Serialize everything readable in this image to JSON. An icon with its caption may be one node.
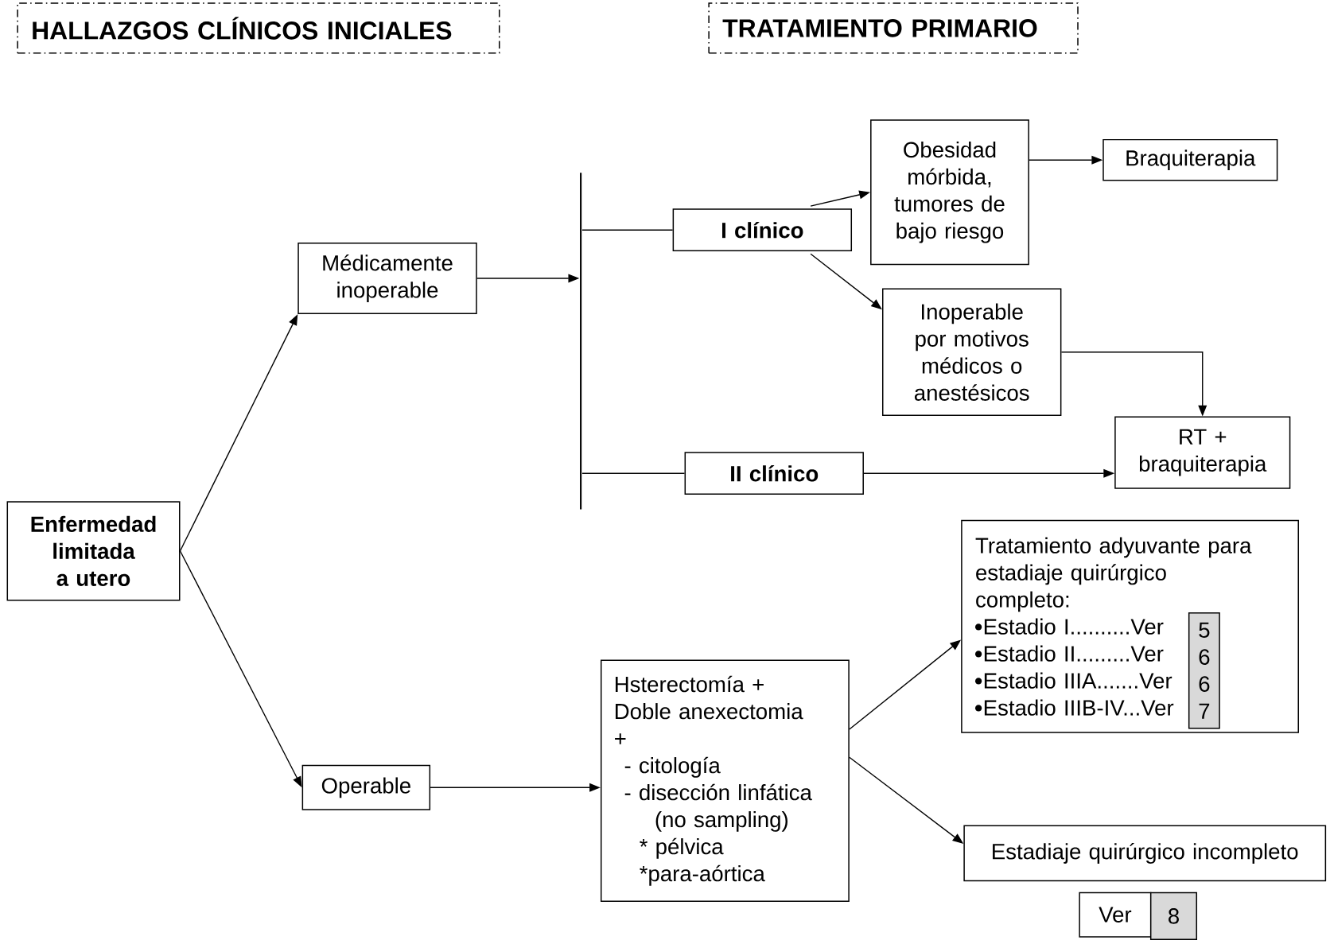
{
  "diagram": {
    "nodes": [
      {
        "text": [
          "HALLAZGOS CLÍNICOS INICIALES"
        ]
      },
      {
        "text": [
          "TRATAMIENTO PRIMARIO"
        ]
      },
      {
        "text": [
          "Enfermedad limitada a utero"
        ]
      },
      {
        "text": [
          "Médicamente inoperable"
        ]
      },
      {
        "text": [
          "Operable"
        ]
      },
      {
        "text": [],
        "shape": "bar"
      },
      {
        "text": [
          "I clínico"
        ]
      },
      {
        "text": [
          "II clínico"
        ]
      },
      {
        "text": [
          "Obesidad mórbida, tumores de bajo riesgo"
        ]
      },
      {
        "text": [
          "Inoperable por motivos médicos o anestésicos"
        ]
      },
      {
        "text": [
          "Braquiterapia"
        ]
      },
      {
        "text": [
          "RT + braquiterapia"
        ]
      },
      {
        "text": [
          "Hsterectomía +",
          "Doble anexectomia",
          "+",
          "- citología",
          "- disección linfática",
          "(no sampling)",
          "* pélvica",
          "*para-aórtica"
        ]
      },
      {
        "text": [
          "Tratamiento adyuvante para estadiaje quirúrgico completo:",
          "Estadio I..........Ver",
          "Estadio II.........Ver",
          "Estadio IIIA.......Ver",
          "Estadio IIIB-IV...Ver"
        ]
      },
      {
        "text": [
          "5",
          "6",
          "6",
          "7"
        ],
        "in": 13
      },
      {
        "text": [
          "Estadiaje quirúrgico incompleto"
        ]
      },
      {
        "text": [
          "Ver"
        ]
      },
      {
        "text": [
          "8"
        ]
      }
    ],
    "edges": [
      {
        "from": 2,
        "to": 3,
        "arrow": "to"
      },
      {
        "from": 2,
        "to": 4,
        "arrow": "to"
      },
      {
        "from": 3,
        "to": 5,
        "arrow": "to"
      },
      {
        "from": 5,
        "to": 6,
        "arrow": "none"
      },
      {
        "from": 5,
        "to": 7,
        "arrow": "none"
      },
      {
        "from": 6,
        "to": 8,
        "arrow": "to"
      },
      {
        "from": 6,
        "to": 9,
        "arrow": "to"
      },
      {
        "from": 8,
        "to": 10,
        "arrow": "to"
      },
      {
        "from": 9,
        "to": 11,
        "arrow": "to"
      },
      {
        "from": 7,
        "to": 11,
        "arrow": "to"
      },
      {
        "from": 4,
        "to": 12,
        "arrow": "to"
      },
      {
        "from": 12,
        "to": 13,
        "arrow": "to"
      },
      {
        "from": 12,
        "to": 15,
        "arrow": "to"
      }
    ]
  }
}
